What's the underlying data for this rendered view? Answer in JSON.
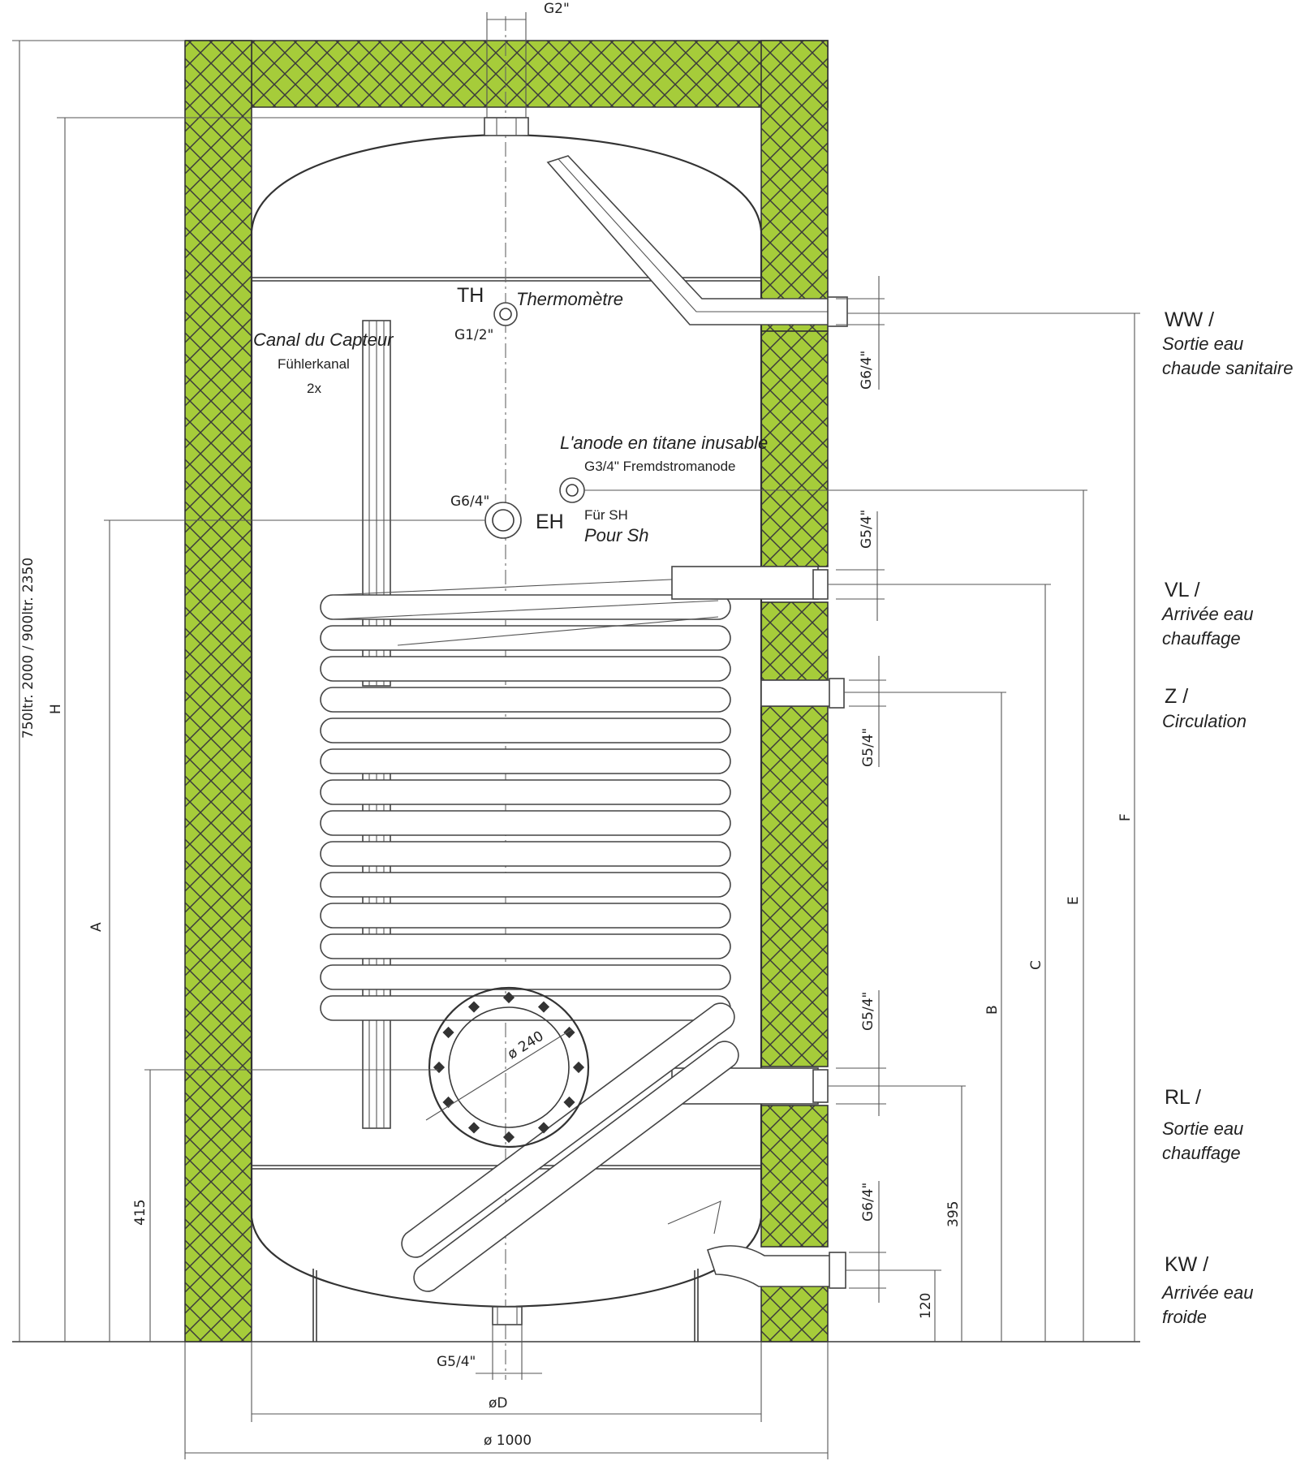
{
  "colors": {
    "insulation": "#a6cc3a",
    "hatch": "#3b3b3b",
    "line": "#3a3a3a"
  },
  "top_connection": {
    "thread": "G2\""
  },
  "thermometer": {
    "code": "TH",
    "name": "Thermomètre",
    "thread": "G1/2\""
  },
  "sensor_channel": {
    "name_fr": "Canal du Capteur",
    "name_de": "Fühlerkanal",
    "count": "2x"
  },
  "anode": {
    "name_fr": "L'anode en titane inusable",
    "name_de": "G3/4\" Fremdstromanode"
  },
  "electric_heater": {
    "thread": "G6/4\"",
    "code": "EH",
    "note_de": "Für SH",
    "note_fr": "Pour Sh"
  },
  "flange": {
    "diameter": "ø 240"
  },
  "bottom_drain": {
    "thread": "G5/4\""
  },
  "connection_threads": {
    "ww": "G6/4\"",
    "vl": "G5/4\"",
    "z": "G5/4\"",
    "rl": "G5/4\"",
    "kw": "G6/4\""
  },
  "connections": [
    {
      "code": "WW /",
      "line1": "Sortie eau",
      "line2": "chaude sanitaire"
    },
    {
      "code": "VL /",
      "line1": "Arrivée eau",
      "line2": "chauffage"
    },
    {
      "code": "Z /",
      "line1": "Circulation",
      "line2": ""
    },
    {
      "code": "RL /",
      "line1": "Sortie eau",
      "line2": "chauffage"
    },
    {
      "code": "KW /",
      "line1": "Arrivée eau",
      "line2": "froide"
    }
  ],
  "dimensions": {
    "overall_height": "750ltr. 2000 / 900ltr. 2350",
    "H": "H",
    "A": "A",
    "B": "B",
    "C": "C",
    "E": "E",
    "F": "F",
    "d415": "415",
    "d395": "395",
    "d120": "120",
    "inner_diameter": "øD",
    "outer_diameter": "ø 1000"
  }
}
